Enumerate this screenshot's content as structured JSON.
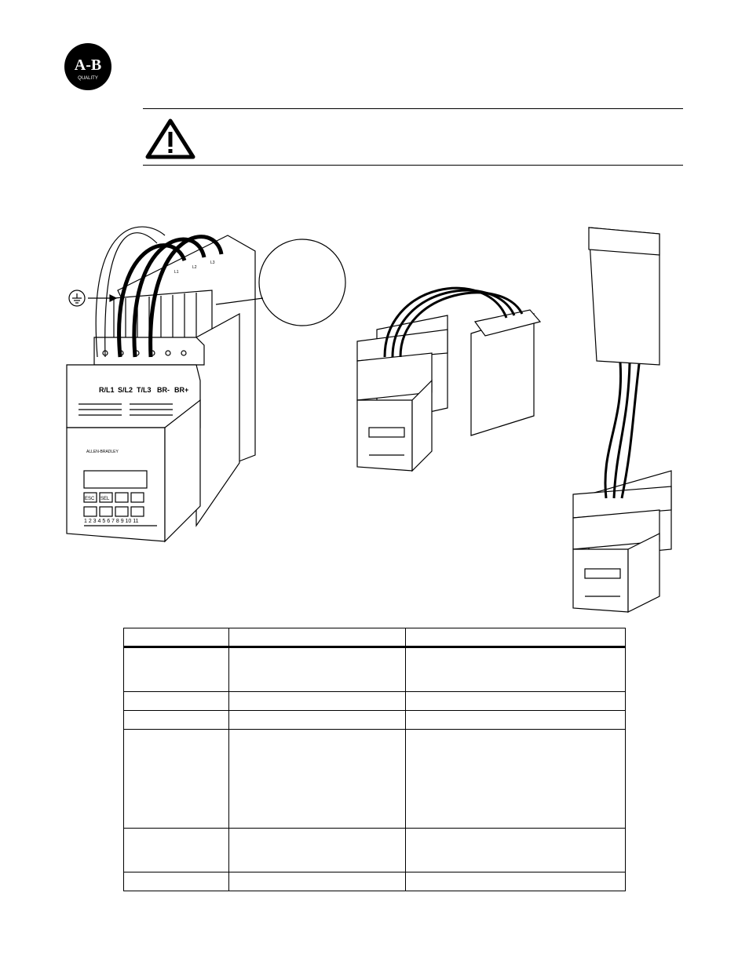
{
  "logo": {
    "text": "A-B",
    "subtext": "QUALITY"
  },
  "drive": {
    "terminal_labels": [
      "R/L1",
      "S/L2",
      "T/L3",
      "BR-",
      "BR+"
    ],
    "brand": "ALLEN-BRADLEY",
    "keypad": [
      "ESC",
      "SEL"
    ],
    "control_terminals": "1 2 3 4 5 6 7 8 9 10 11"
  },
  "filter": {
    "terminal_labels": [
      "L1",
      "L2",
      "L3"
    ]
  },
  "table": {
    "columns": [
      "",
      "",
      ""
    ],
    "rows": [
      [
        "",
        "",
        ""
      ],
      [
        "",
        "",
        ""
      ],
      [
        "",
        "",
        ""
      ],
      [
        "",
        "",
        ""
      ],
      [
        "",
        "",
        ""
      ],
      [
        "",
        "",
        ""
      ]
    ]
  }
}
